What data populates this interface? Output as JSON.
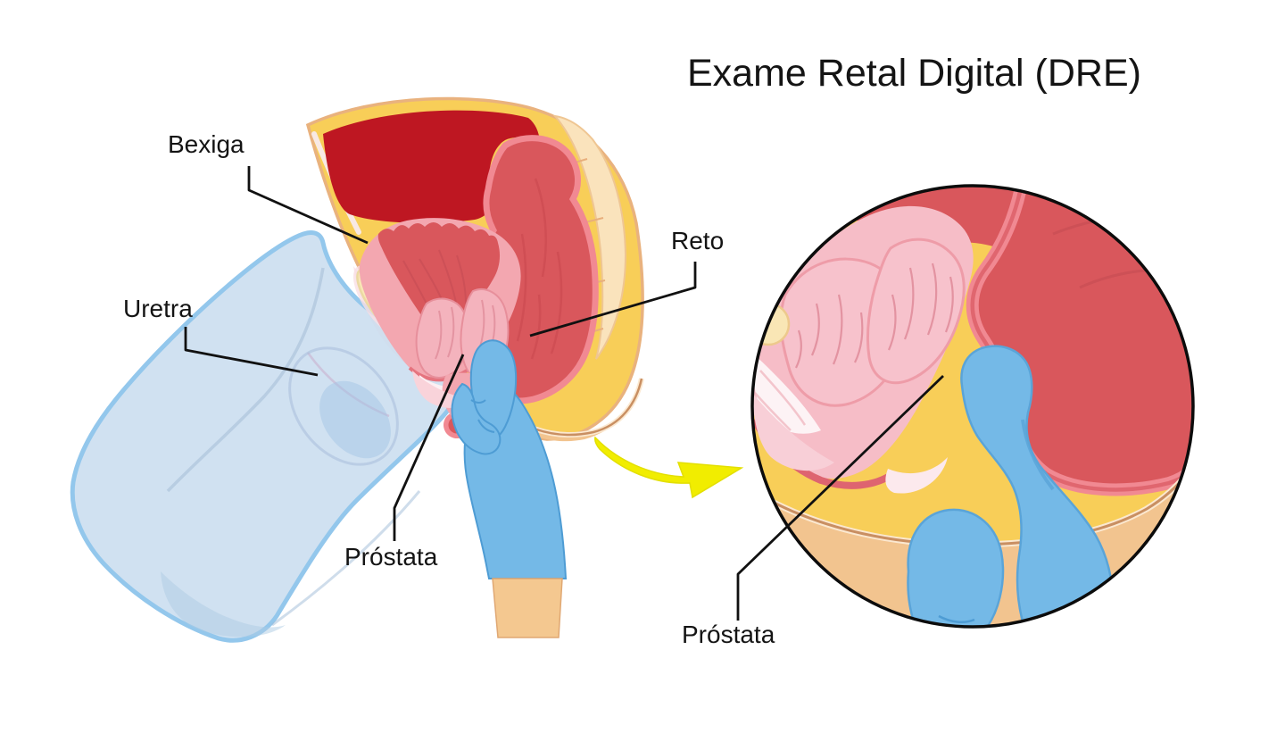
{
  "title": "Exame Retal Digital (DRE)",
  "labels": {
    "bexiga": "Bexiga",
    "uretra": "Uretra",
    "reto": "Reto",
    "prostata_main": "Próstata",
    "prostata_inset": "Próstata"
  },
  "palette": {
    "background": "#FFFFFF",
    "deep_red": "#BE1722",
    "organ_red": "#D9575C",
    "rim_pink": "#F18992",
    "bladder_pink": "#F3A7B0",
    "prostate_pink": "#F6BDC7",
    "fat_yellow": "#F8CE58",
    "bone_cream": "#F9E6B5",
    "skin_tan": "#F2C48F",
    "glove_blue": "#74B9E7",
    "penis_blue": "#C8DCEE",
    "arrow_yellow": "#F1ED00",
    "text_ink": "#141414"
  }
}
